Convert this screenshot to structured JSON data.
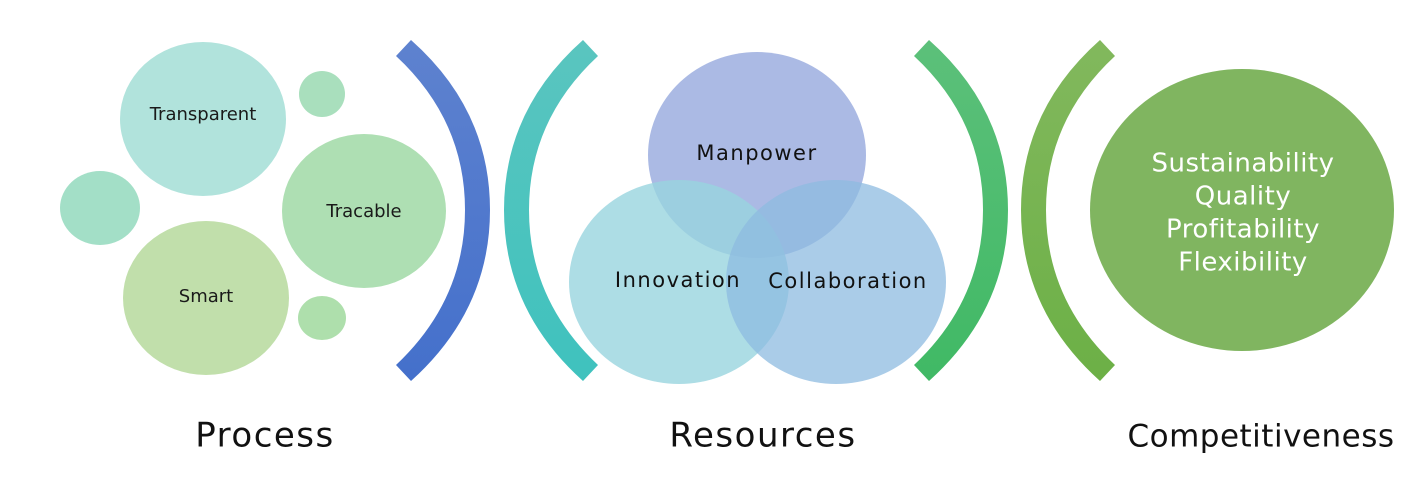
{
  "process": {
    "caption": "Process",
    "items": [
      "Transparent",
      "Tracable",
      "Smart"
    ]
  },
  "resources": {
    "caption": "Resources",
    "items": [
      "Manpower",
      "Innovation",
      "Collaboration"
    ]
  },
  "competitiveness": {
    "caption": "Competitiveness",
    "items": [
      "Sustainability",
      "Quality",
      "Profitability",
      "Flexibility"
    ]
  },
  "colors": {
    "bubble_teal": "#b0e2dc",
    "bubble_green": "#afdeb1",
    "bubble_olive": "#c2deaa",
    "bubble_small": "#a3dcc4",
    "bracket_blue": "#4a73c9",
    "bracket_teal": "#45c1bc",
    "bracket_green": "#45b86a",
    "bracket_olive": "#74b24c",
    "venn_top": "#9fb1e0",
    "venn_left": "#99d4df",
    "venn_right": "#92bde0",
    "goal_fill": "#80b560"
  }
}
